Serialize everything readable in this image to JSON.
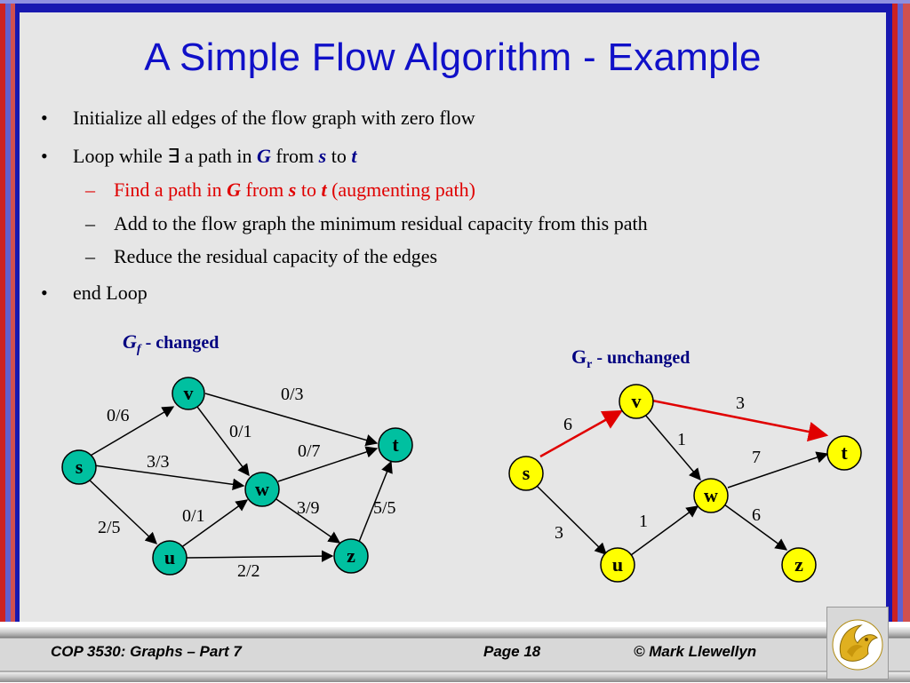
{
  "title": "A Simple Flow Algorithm - Example",
  "bullets": {
    "b1": "Initialize all edges of the flow graph with zero flow",
    "b2_pre": "Loop while ∃ a path in ",
    "b2_G": "G",
    "b2_from": " from ",
    "b2_s": "s",
    "b2_to": " to ",
    "b2_t": "t",
    "s1_pre": "Find a path in ",
    "s1_G": "G",
    "s1_from": " from ",
    "s1_s": "s",
    "s1_to": " to ",
    "s1_t": "t",
    "s1_post": " (augmenting path)",
    "s2": "Add to the flow graph the minimum residual capacity from this path",
    "s3": "Reduce the residual capacity of the edges",
    "b3": "end Loop",
    "bullet_mark": "•",
    "dash_mark": "–"
  },
  "graph_f": {
    "label_main": "G",
    "label_sub": "f",
    "label_rest": " - changed",
    "nodes": {
      "s": "s",
      "v": "v",
      "w": "w",
      "u": "u",
      "z": "z",
      "t": "t"
    },
    "edges": {
      "sv": "0/6",
      "vt": "0/3",
      "vw": "0/1",
      "st_w": "3/3",
      "wt": "0/7",
      "su": "2/5",
      "uw": "0/1",
      "wz": "3/9",
      "zt": "5/5",
      "uz": "2/2"
    }
  },
  "graph_r": {
    "label_main": "G",
    "label_sub": "r",
    "label_rest": " - unchanged",
    "nodes": {
      "s": "s",
      "v": "v",
      "w": "w",
      "u": "u",
      "z": "z",
      "t": "t"
    },
    "edges": {
      "sv": "6",
      "vt": "3",
      "vw": "1",
      "wt": "7",
      "su": "3",
      "uw": "1",
      "wz": "6"
    }
  },
  "colors": {
    "title": "#1010c8",
    "highlight": "#e00000",
    "node_f": "#00c0a0",
    "node_r": "#ffff00",
    "label": "#000080"
  },
  "footer": {
    "course": "COP 3530: Graphs – Part 7",
    "page": "Page 18",
    "author": "© Mark Llewellyn"
  },
  "logo_icon": "pegasus-logo-icon"
}
